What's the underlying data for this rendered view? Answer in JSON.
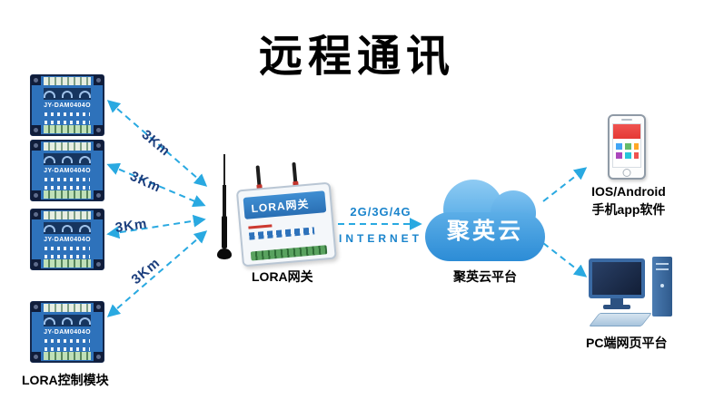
{
  "title": "远程通讯",
  "modules": {
    "model": "JY-DAM0404O"
  },
  "labels": {
    "modules": "LORA控制模块",
    "gateway": "LORA网关",
    "cloud_platform": "聚英云平台",
    "phone_line1": "IOS/Android",
    "phone_line2": "手机app软件",
    "pc_platform": "PC端网页平台"
  },
  "gateway": {
    "device_label": "LORA网关"
  },
  "cloud": {
    "name": "聚英云"
  },
  "connection": {
    "network": "2G/3G/4G",
    "label": "INTERNET"
  },
  "distances": [
    "3Km",
    "3Km",
    "3Km",
    "3Km"
  ],
  "colors": {
    "arrow": "#29a9e1",
    "distance_text": "#1c3e7d",
    "connection_text": "#1a84cc",
    "cloud_blue": "#3b99de",
    "module_board": "#2e72bb"
  }
}
